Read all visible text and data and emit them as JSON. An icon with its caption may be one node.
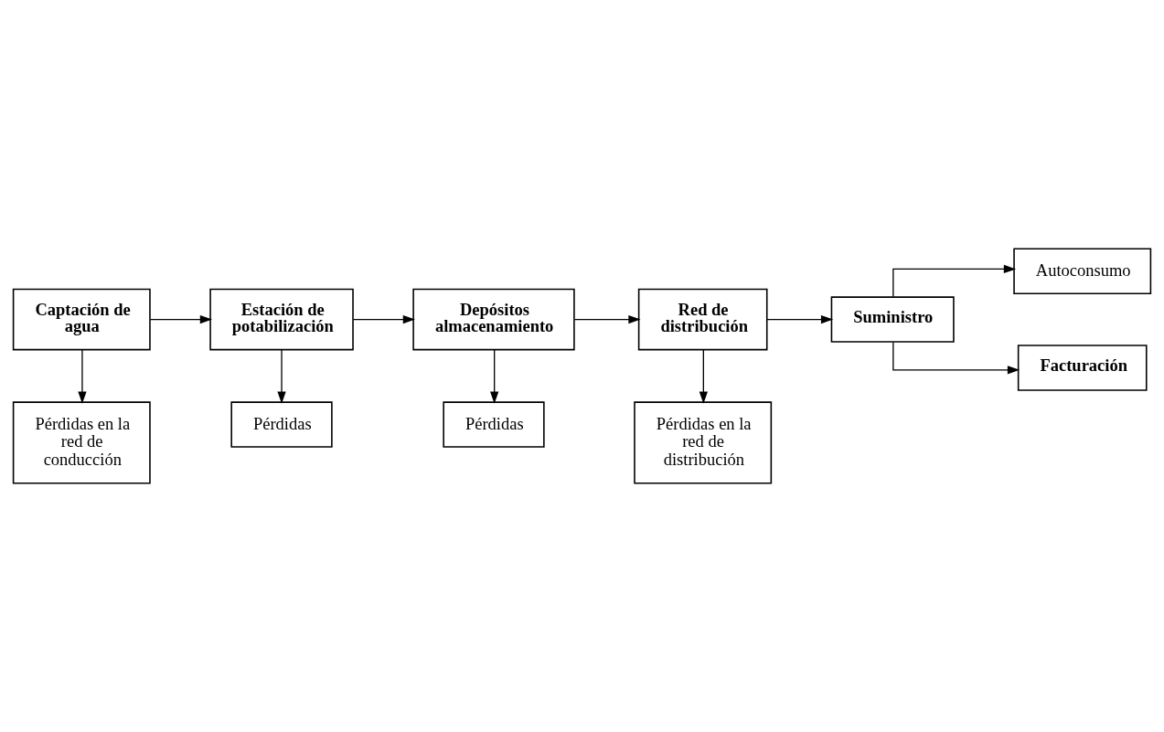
{
  "diagram": {
    "nodes": [
      {
        "text": [
          "Captación de agua"
        ]
      },
      {
        "text": [
          "Estación de potabilización"
        ]
      },
      {
        "text": [
          "Pérdidas"
        ]
      },
      {
        "text": [
          "Pérdidas en la red de conducción"
        ]
      },
      {
        "text": [
          "Depósitos almacenamiento"
        ]
      },
      {
        "text": [
          "Pérdidas"
        ]
      },
      {
        "text": [
          "Red de distribución"
        ]
      },
      {
        "text": [
          "Pérdidas en la red de distribución"
        ]
      },
      {
        "text": [
          "Suministro"
        ]
      },
      {
        "text": [
          "Autoconsumo"
        ]
      },
      {
        "text": [
          "Facturación"
        ]
      }
    ],
    "edges": [
      {
        "from": 0,
        "to": 1,
        "arrow": "to"
      },
      {
        "from": 0,
        "to": 3,
        "arrow": "to"
      },
      {
        "from": 1,
        "to": 2,
        "arrow": "to"
      },
      {
        "from": 1,
        "to": 4,
        "arrow": "to"
      },
      {
        "from": 4,
        "to": 5,
        "arrow": "to"
      },
      {
        "from": 4,
        "to": 6,
        "arrow": "to"
      },
      {
        "from": 6,
        "to": 7,
        "arrow": "to"
      },
      {
        "from": 6,
        "to": 8,
        "arrow": "to"
      },
      {
        "from": 8,
        "to": 9,
        "arrow": "to"
      },
      {
        "from": 8,
        "to": 10,
        "arrow": "to"
      }
    ]
  }
}
